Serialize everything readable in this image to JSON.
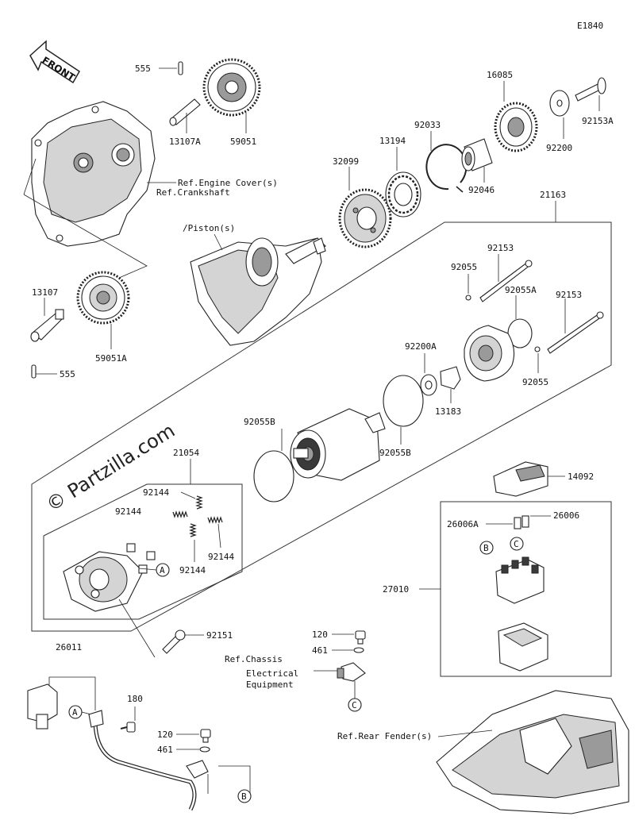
{
  "diagram_code": "E1840",
  "front_label": "FRONT",
  "watermark": "© Partzilla.com",
  "labels": {
    "p555_top": "555",
    "p13107A": "13107A",
    "p59051": "59051",
    "ref_engine_cover": "Ref.Engine Cover(s)",
    "ref_crankshaft_1": "Ref.Crankshaft",
    "ref_crankshaft_2": "/Piston(s)",
    "p13107": "13107",
    "p59051A": "59051A",
    "p555_bottom": "555",
    "p32099": "32099",
    "p13194": "13194",
    "p92033": "92033",
    "p92046": "92046",
    "p16085": "16085",
    "p92200": "92200",
    "p92153A": "92153A",
    "p21163": "21163",
    "p92153_upper": "92153",
    "p92055_upper": "92055",
    "p92055A": "92055A",
    "p92153_lower": "92153",
    "p92055_lower": "92055",
    "p92200A": "92200A",
    "p13183": "13183",
    "p92055B_left": "92055B",
    "p92055B_right": "92055B",
    "p21054": "21054",
    "p92144_a": "92144",
    "p92144_b": "92144",
    "p92144_c": "92144",
    "p92144_d": "92144",
    "p92151": "92151",
    "p14092": "14092",
    "p26006A": "26006A",
    "p26006": "26006",
    "p27010": "27010",
    "p120_upper": "120",
    "p461_upper": "461",
    "ref_chassis_1": "Ref.Chassis",
    "ref_chassis_2": "Electrical",
    "ref_chassis_3": "Equipment",
    "ref_rear_fender": "Ref.Rear Fender(s)",
    "p26011": "26011",
    "p180": "180",
    "p120_lower": "120",
    "p461_lower": "461"
  },
  "callouts": {
    "A_starter": "A",
    "A_cable": "A",
    "B_relay": "B",
    "B_cable": "B",
    "C_relay": "C",
    "C_chassis": "C"
  }
}
